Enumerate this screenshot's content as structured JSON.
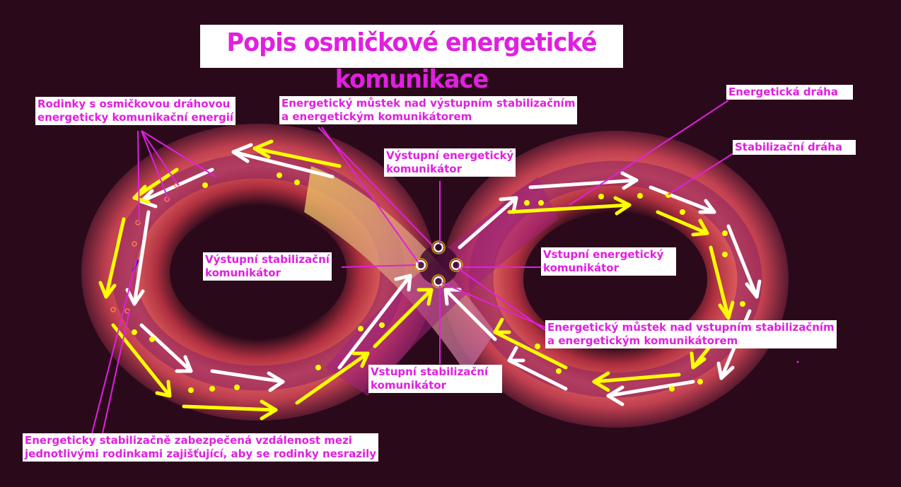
{
  "title": "Popis osmičkové energetické komunikace",
  "labels": {
    "families": "Rodinky s osmičkovou dráhovou\nenergeticky komunikační energií",
    "bridge_output": "Energetický můstek nad výstupním stabilizačním\na energetickým komunikátorem",
    "energy_path": "Energetická dráha",
    "stabilization_path": "Stabilizační dráha",
    "output_energy_comm": "Výstupní energetický\nkomunikátor",
    "output_stab_comm": "Výstupní stabilizační\nkomunikátor",
    "input_energy_comm": "Vstupní energetický\nkomunikátor",
    "bridge_input": "Energetický můstek nad vstupním stabilizačním\na energetickým komunikátorem",
    "input_stab_comm": "Vstupní stabilizační\nkomunikátor",
    "safe_distance": "Energeticky stabilizačně zabezpečená vzdálenost mezi\njednotlivými rodinkami zajišťující, aby se rodinky nesrazily"
  },
  "colors": {
    "background": "#2a0a1a",
    "label_text": "#e020e0",
    "leader_line": "#e020e0",
    "energy_arrows": "#ffff00",
    "stabilization_arrows": "#ffffff"
  }
}
